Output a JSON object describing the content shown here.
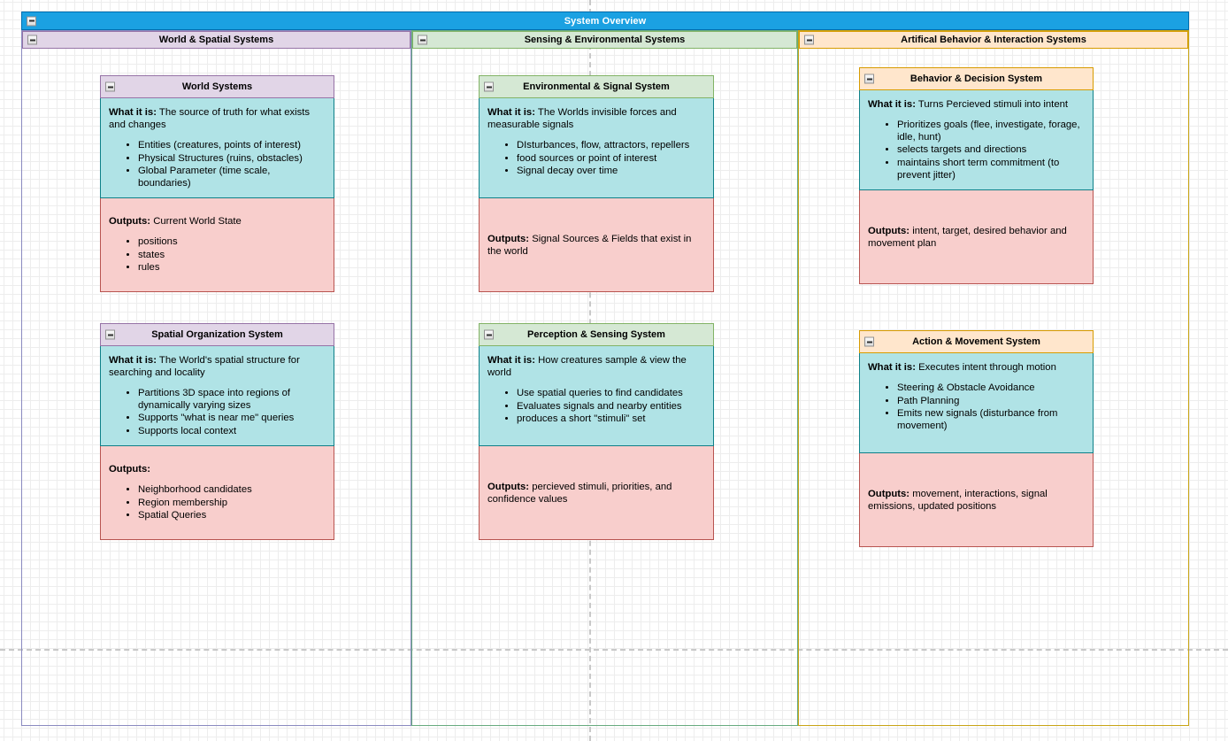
{
  "pool": {
    "title": "System Overview",
    "collapse_icon": "collapse-minus-icon"
  },
  "lanes": [
    {
      "id": "world-spatial",
      "title": "World & Spatial Systems",
      "header_color": "#e1d5e7",
      "border_color": "#9673a6"
    },
    {
      "id": "sensing-environmental",
      "title": "Sensing & Environmental Systems",
      "header_color": "#d5e8d4",
      "border_color": "#82b366"
    },
    {
      "id": "artifical-behavior-interaction",
      "title": "Artifical Behavior & Interaction Systems",
      "header_color": "#ffe6cc",
      "border_color": "#d79b00"
    }
  ],
  "labels": {
    "what_it_is": "What it is:",
    "outputs": "Outputs:"
  },
  "colors": {
    "pool_header": "#1ba1e2",
    "pool_header_text": "#ffffff",
    "what_section": "#b0e3e6",
    "what_border": "#0e8088",
    "outputs_section": "#f8cecc",
    "outputs_border": "#b85450",
    "grid_minor": "#ededed",
    "grid_major": "#d9d9d9",
    "page_guide": "#c8c8c8"
  },
  "cards": [
    {
      "id": "world-systems",
      "lane": "world-spatial",
      "title": "World Systems",
      "title_style": "purple",
      "what_it_is": "The source of truth for what exists and changes",
      "what_bullets": [
        "Entities (creatures, points of interest)",
        "Physical Structures (ruins, obstacles)",
        "Global Parameter (time scale, boundaries)"
      ],
      "outputs": "Current World State",
      "output_bullets": [
        "positions",
        "states",
        "rules"
      ]
    },
    {
      "id": "spatial-organization-system",
      "lane": "world-spatial",
      "title": "Spatial Organization System",
      "title_style": "purple",
      "what_it_is": "The World's spatial structure for searching and locality",
      "what_bullets": [
        "Partitions 3D space into regions of dynamically varying sizes",
        "Supports \"what is near me\" queries",
        "Supports local context"
      ],
      "outputs": "",
      "output_bullets": [
        "Neighborhood candidates",
        "Region membership",
        "Spatial Queries"
      ]
    },
    {
      "id": "environmental-signal-system",
      "lane": "sensing-environmental",
      "title": "Environmental & Signal System",
      "title_style": "green",
      "what_it_is": "The Worlds invisible forces and measurable signals",
      "what_bullets": [
        "DIsturbances, flow, attractors, repellers",
        "food sources or point of interest",
        "Signal decay over time"
      ],
      "outputs": "Signal Sources & Fields that exist in the world",
      "output_bullets": []
    },
    {
      "id": "perception-sensing-system",
      "lane": "sensing-environmental",
      "title": "Perception & Sensing System",
      "title_style": "green",
      "what_it_is": "How creatures sample & view the world",
      "what_bullets": [
        "Use spatial queries to find candidates",
        "Evaluates signals and nearby entities",
        "produces a short \"stimuli\" set"
      ],
      "outputs": "percieved stimuli, priorities, and confidence values",
      "output_bullets": []
    },
    {
      "id": "behavior-decision-system",
      "lane": "artifical-behavior-interaction",
      "title": "Behavior & Decision System",
      "title_style": "orange",
      "what_it_is": "Turns Percieved stimuli into intent",
      "what_bullets": [
        "Prioritizes goals (flee, investigate, forage, idle, hunt)",
        "selects targets and directions",
        "maintains short term commitment (to prevent jitter)"
      ],
      "outputs": "intent, target, desired behavior and movement plan",
      "output_bullets": []
    },
    {
      "id": "action-movement-system",
      "lane": "artifical-behavior-interaction",
      "title": "Action & Movement System",
      "title_style": "orange",
      "what_it_is": "Executes intent through motion",
      "what_bullets": [
        "Steering & Obstacle Avoidance",
        "Path Planning",
        "Emits new signals (disturbance from movement)"
      ],
      "outputs": "movement, interactions, signal emissions, updated positions",
      "output_bullets": []
    }
  ]
}
